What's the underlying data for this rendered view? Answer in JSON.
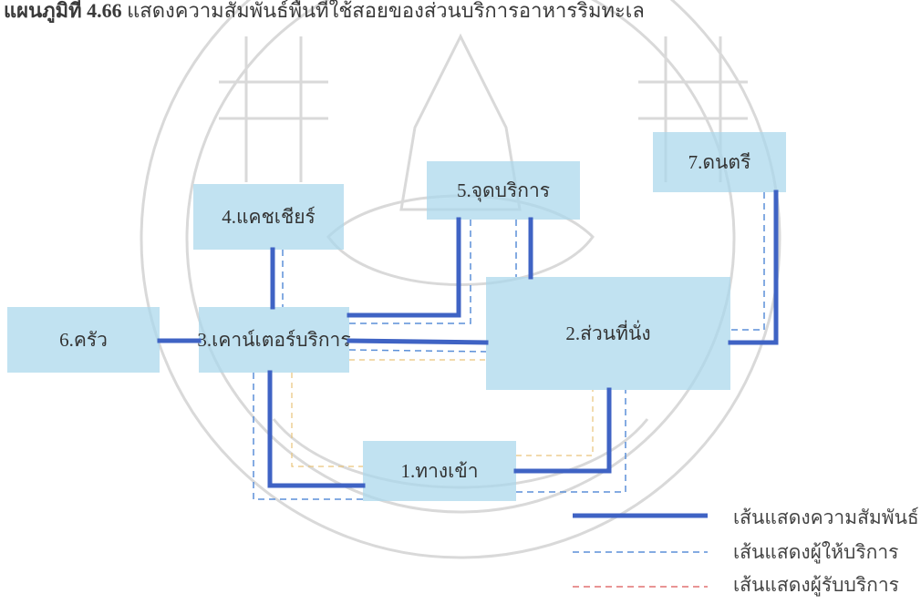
{
  "caption": {
    "figure_number": "แผนภูมิที่ 4.66",
    "text": "แสดงความสัมพันธ์พื้นที่ใช้สอยของส่วนบริการอาหารริมทะเล"
  },
  "zones": {
    "entrance": "1.ทางเข้า",
    "seating": "2.ส่วนที่นั่ง",
    "service_counter": "3.เคาน์เตอร์บริการ",
    "cashier": "4.แคชเชียร์",
    "service_point": "5.จุดบริการ",
    "kitchen": "6.ครัว",
    "music": "7.ดนตรี"
  },
  "legend": {
    "relationship": "เส้นแสดงความสัมพันธ์",
    "staff": "เส้นแสดงผู้ให้บริการ",
    "customer": "เส้นแสดงผู้รับบริการ"
  },
  "colors": {
    "relationship_line": "#3f63c4",
    "staff_line": "#5b8fd8",
    "customer_line": "#e07070",
    "zone_fill": "#a9d7ec"
  }
}
